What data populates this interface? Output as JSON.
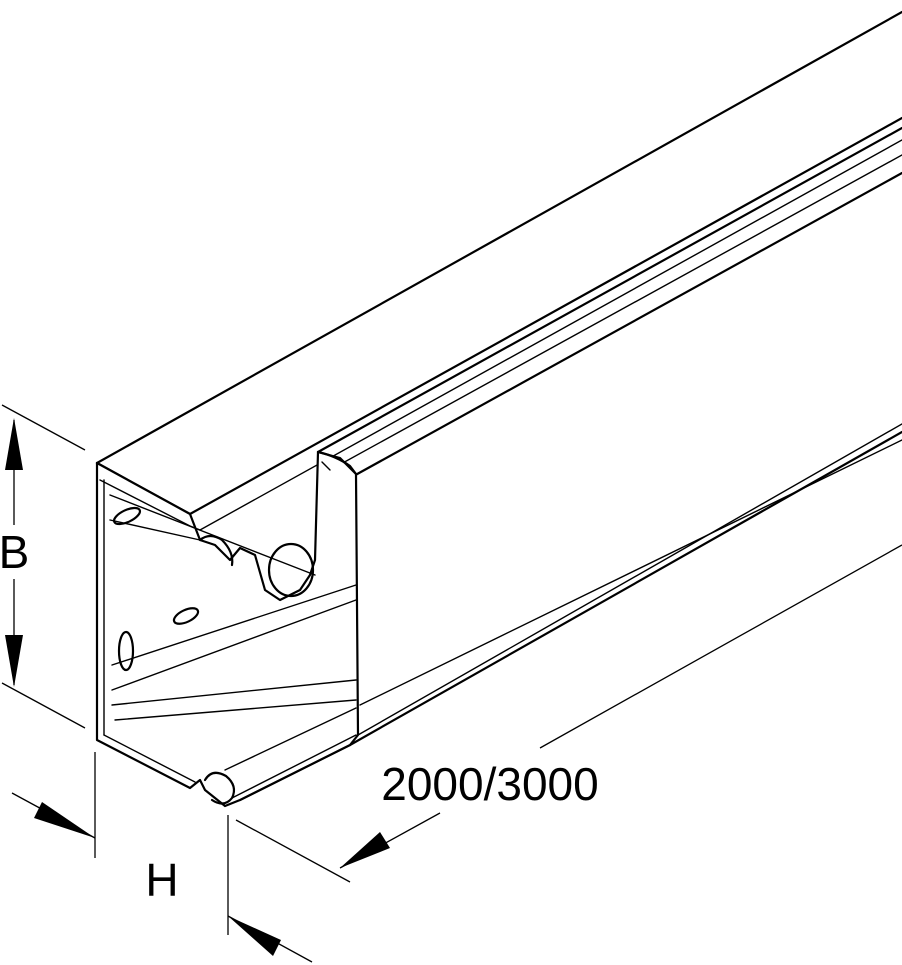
{
  "dimensions": {
    "width_label": "B",
    "height_label": "H",
    "length_label": "2000/3000"
  }
}
